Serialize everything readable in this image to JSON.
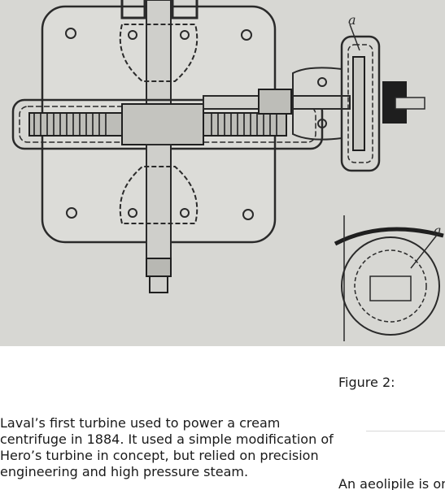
{
  "figure": {
    "label_a_top": "a",
    "label_a_inset": "a",
    "caption": "Figure 2:"
  },
  "body": {
    "paragraph": "Laval’s first turbine used to power a cream centrifuge in 1884. It used a simple modification of Hero’s turbine in concept, but relied on precision engineering and high pressure steam.",
    "side_text": "An aeolipile is on"
  }
}
